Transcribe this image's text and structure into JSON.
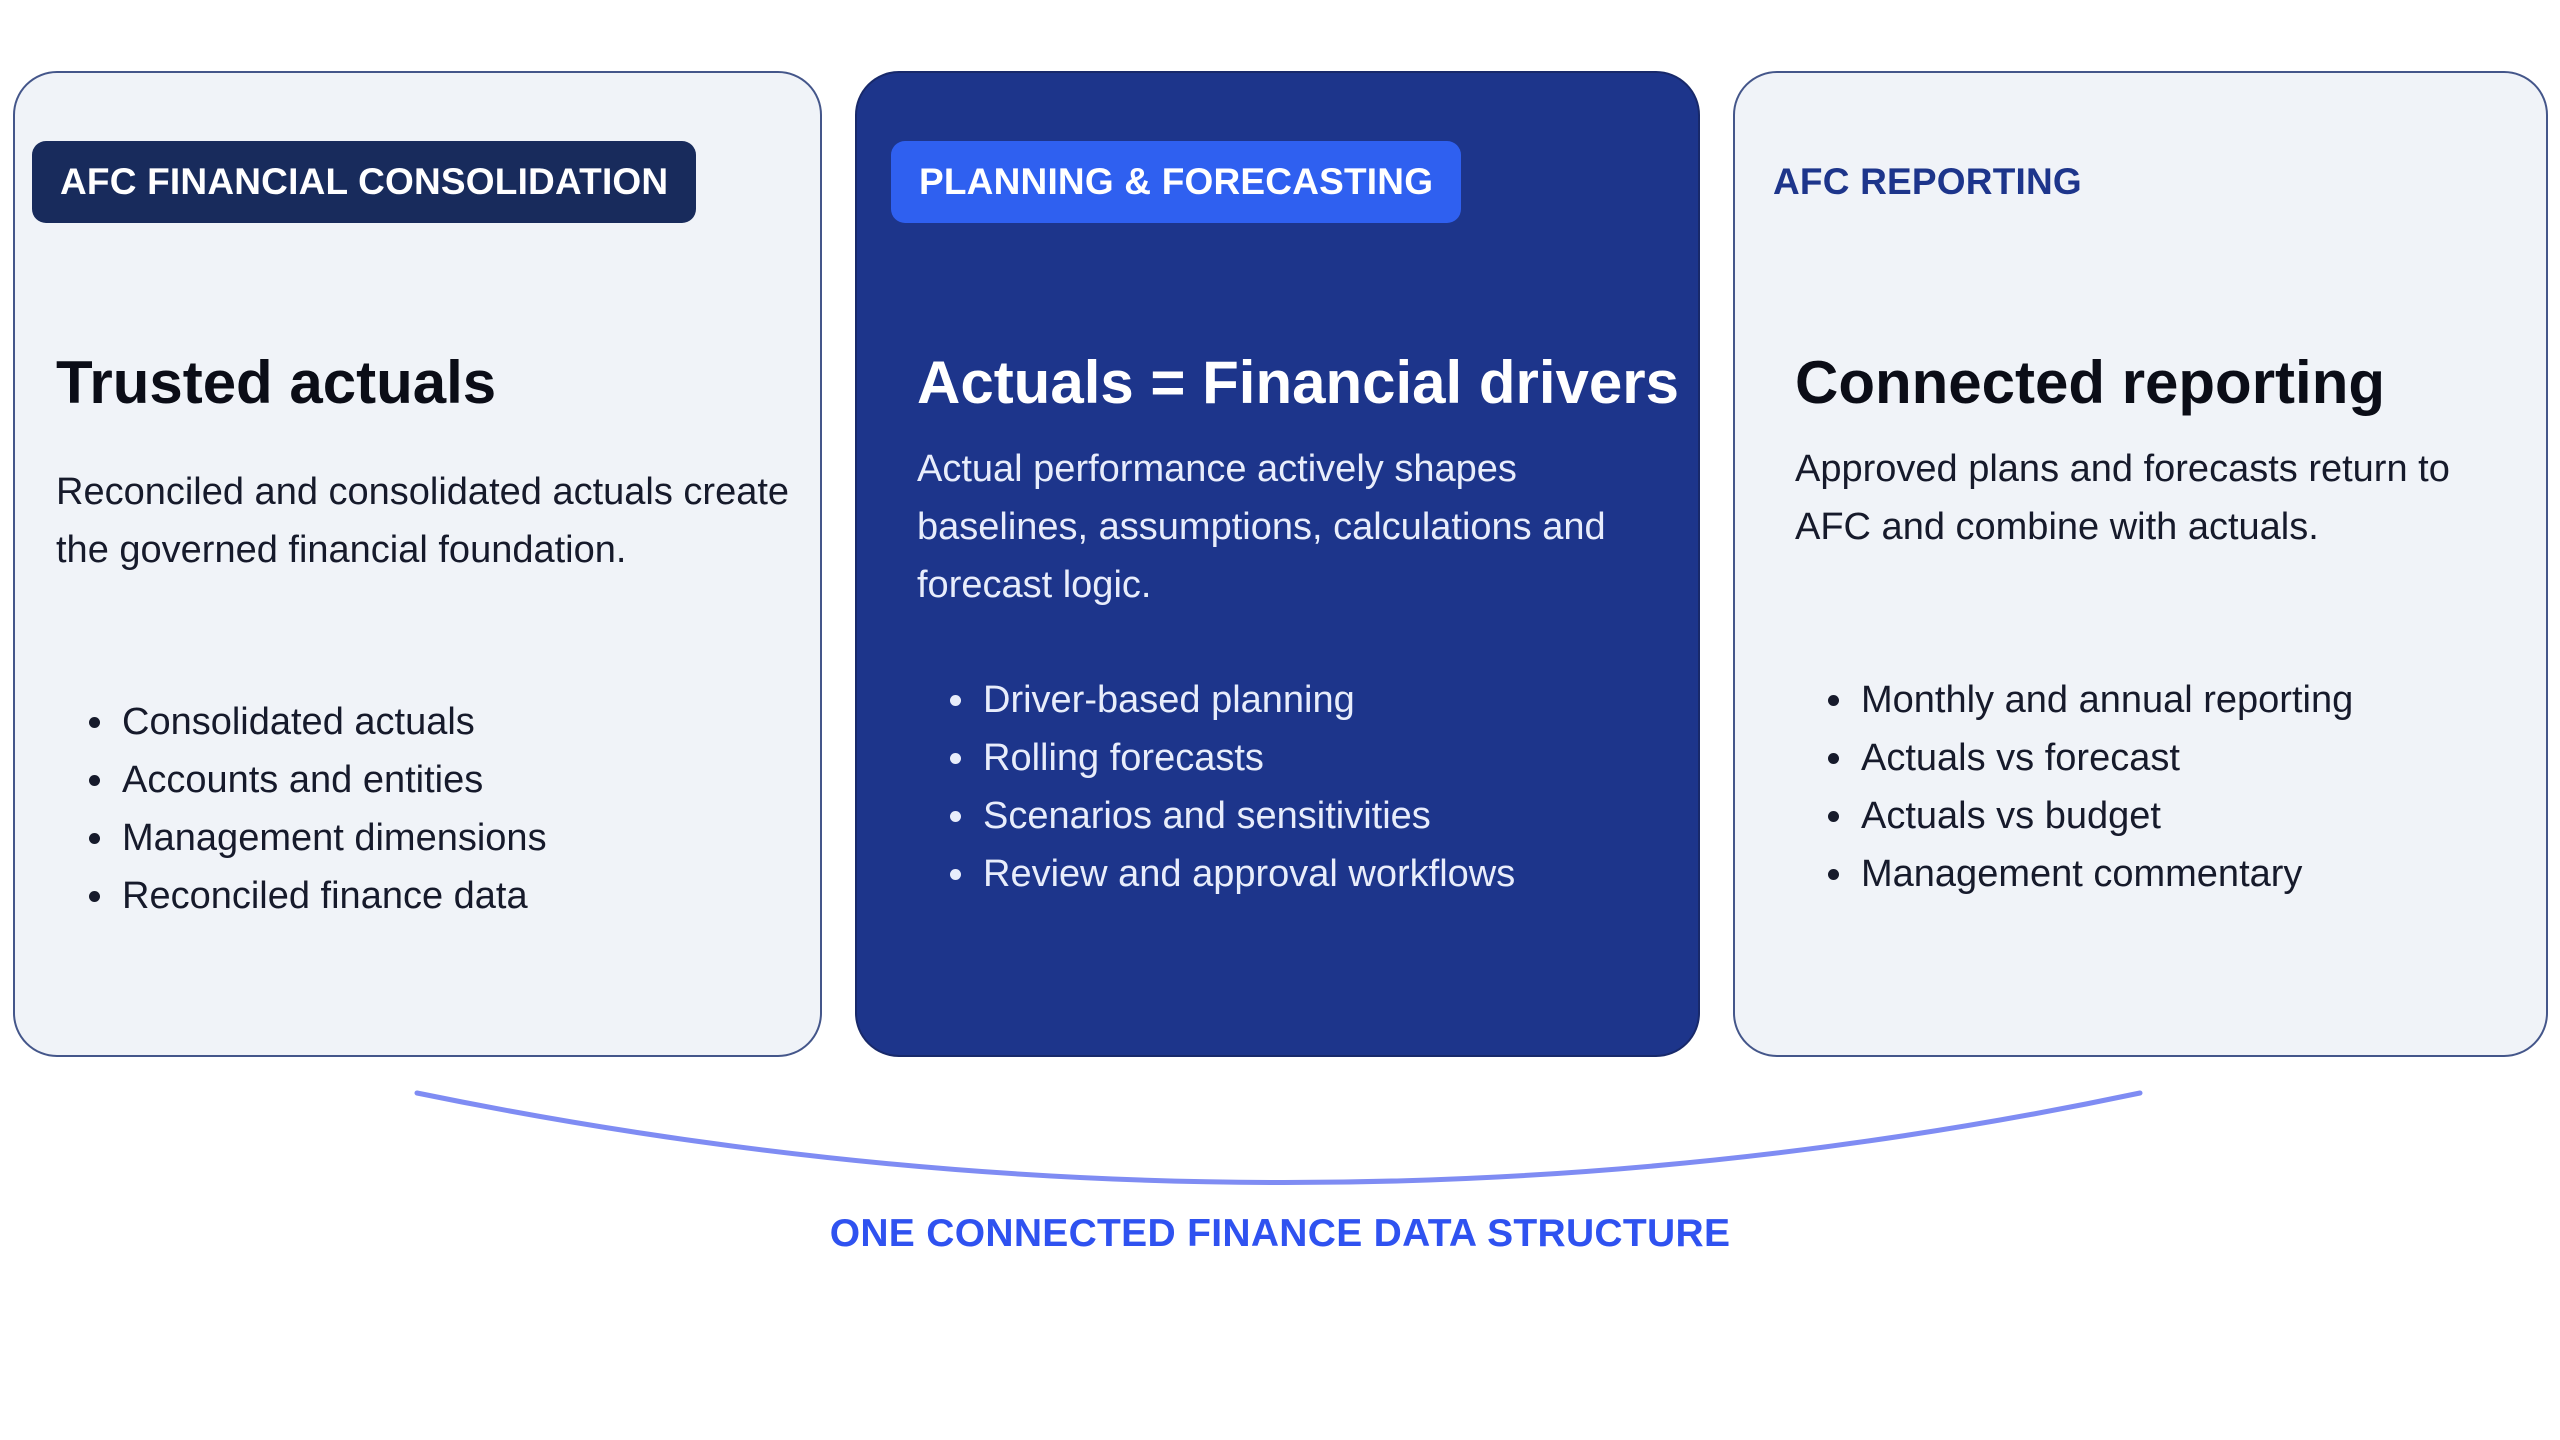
{
  "columns": {
    "left": {
      "tag": "AFC FINANCIAL CONSOLIDATION",
      "heading": "Trusted actuals",
      "description": "Reconciled and consolidated actuals create the governed financial foundation.",
      "bullets": [
        "Consolidated actuals",
        "Accounts and entities",
        "Management dimensions",
        "Reconciled finance data"
      ]
    },
    "middle": {
      "tag": "PLANNING & FORECASTING",
      "heading": "Actuals = Financial drivers",
      "description": "Actual performance actively shapes baselines, assumptions, calculations and forecast logic.",
      "bullets": [
        "Driver-based planning",
        "Rolling forecasts",
        "Scenarios and sensitivities",
        "Review and approval workflows"
      ]
    },
    "right": {
      "tag": "AFC REPORTING",
      "heading": "Connected reporting",
      "description": "Approved plans and forecasts return to AFC and combine with actuals.",
      "bullets": [
        "Monthly and annual reporting",
        "Actuals vs forecast",
        "Actuals vs budget",
        "Management commentary"
      ]
    }
  },
  "caption": "ONE CONNECTED FINANCE DATA STRUCTURE",
  "colors": {
    "navy_tag": "#182b5c",
    "blue_tag": "#2f60f0",
    "highlight_card": "#1d358b",
    "light_card": "#f0f3f8",
    "arc": "#7f8cf3",
    "caption": "#2f52f0"
  }
}
